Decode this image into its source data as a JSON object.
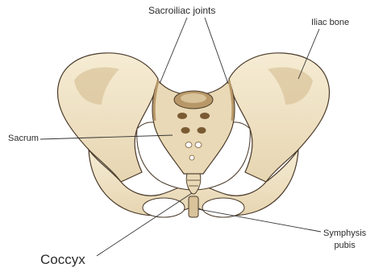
{
  "diagram": {
    "labels": {
      "sacroiliac_joints": "Sacroiliac joints",
      "iliac_bone": "Iliac bone",
      "sacrum": "Sacrum",
      "symphysis_pubis_line1": "Symphysis",
      "symphysis_pubis_line2": "pubis",
      "coccyx": "Coccyx"
    },
    "colors": {
      "bone": "#efe4c9",
      "bone_shade": "#d8c39a",
      "bone_dark": "#b89868",
      "foramen": "#7a5a33",
      "outline": "#4a3a2a",
      "leader": "#333333",
      "background": "#ffffff"
    }
  }
}
